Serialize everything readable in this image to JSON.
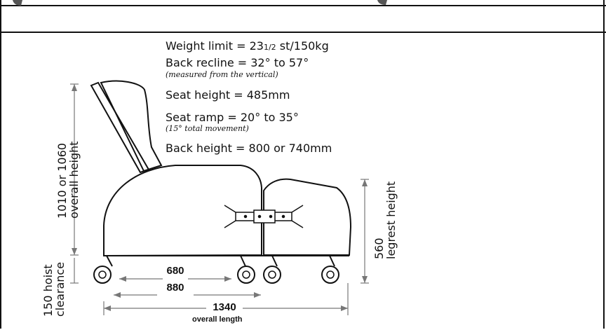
{
  "specs": {
    "weight_limit": "Weight limit = 23",
    "weight_limit_frac": "1/2",
    "weight_limit_rest": " st/150kg",
    "back_recline": "Back recline = 32° to 57°",
    "back_recline_note": "(measured from the vertical)",
    "seat_height": "Seat height = 485mm",
    "seat_ramp": "Seat ramp = 20° to 35°",
    "seat_ramp_note": "(15° total movement)",
    "back_height": "Back height = 800 or 740mm"
  },
  "dimensions": {
    "overall_height_value": "1010 or 1060",
    "overall_height_label": "overall height",
    "hoist_value": "150",
    "hoist_label_1": "hoist",
    "hoist_label_2": "clearance",
    "legrest_value": "560",
    "legrest_label": "legrest height",
    "wheelbase_inner": "680",
    "wheelbase_outer": "880",
    "overall_length_value": "1340",
    "overall_length_label": "overall length"
  },
  "colors": {
    "line": "#111111",
    "dim_line": "#777777"
  }
}
